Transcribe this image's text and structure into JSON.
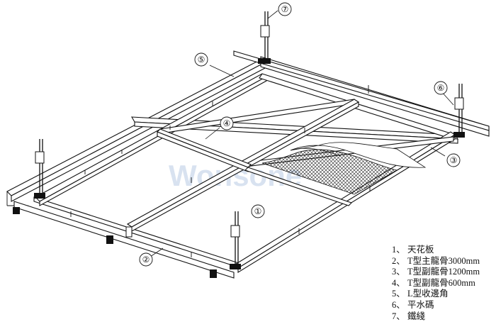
{
  "watermark": "Wonsone",
  "callouts": [
    {
      "id": "c7",
      "label": "⑦"
    },
    {
      "id": "c5",
      "label": "⑤"
    },
    {
      "id": "c6",
      "label": "⑥"
    },
    {
      "id": "c4",
      "label": "④"
    },
    {
      "id": "c3",
      "label": "③"
    },
    {
      "id": "c1",
      "label": "①"
    },
    {
      "id": "c2",
      "label": "②"
    }
  ],
  "legend": [
    {
      "num": "1、",
      "text": "天花板"
    },
    {
      "num": "2、",
      "text": "T型主龍骨3000mm"
    },
    {
      "num": "3、",
      "text": "T型副龍骨1200mm"
    },
    {
      "num": "4、",
      "text": "T型副龍骨600mm"
    },
    {
      "num": "5、",
      "text": "L型收邊角"
    },
    {
      "num": "6、",
      "text": "平水碼"
    },
    {
      "num": "7、",
      "text": "鐵綫"
    }
  ]
}
